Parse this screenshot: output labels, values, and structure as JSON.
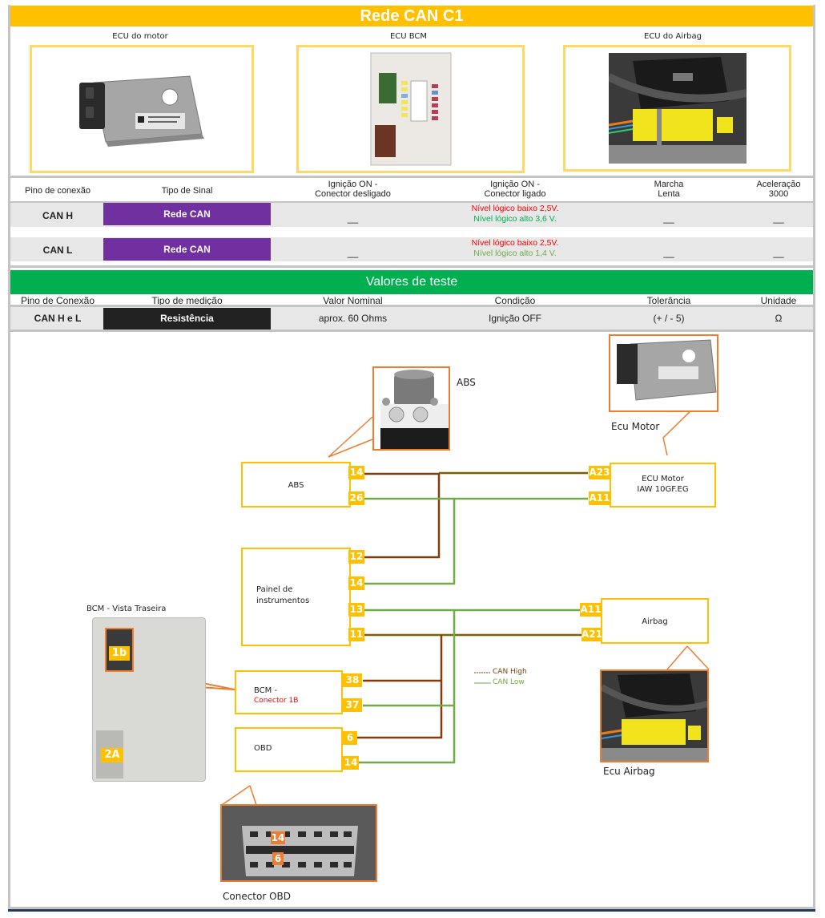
{
  "title": "Rede CAN C1",
  "ecus": [
    {
      "label": "ECU do motor",
      "image": "ecu-motor-photo"
    },
    {
      "label": "ECU BCM",
      "image": "bcm-photo"
    },
    {
      "label": "ECU do Airbag",
      "image": "airbag-photo"
    }
  ],
  "signal_table": {
    "headers": [
      "Pino de conexão",
      "Tipo de Sinal",
      "Ignição ON -\nConector desligado",
      "Ignição ON -\nConector ligado",
      "Marcha\nLenta",
      "Aceleração\n3000"
    ],
    "header_lines": [
      [
        "Pino de conexão"
      ],
      [
        "Tipo de Sinal"
      ],
      [
        "Ignição ON -",
        "Conector desligado"
      ],
      [
        "Ignição ON -",
        "Conector ligado"
      ],
      [
        "Marcha",
        "Lenta"
      ],
      [
        "Aceleração",
        "3000"
      ]
    ],
    "rows": [
      {
        "pin": "CAN H",
        "type": "Rede CAN",
        "off": "__",
        "on_low": "Nível lógico baixo 2,5V.",
        "on_high": "Nível lógico alto 3,6 V.",
        "idle": "__",
        "accel": "__"
      },
      {
        "pin": "CAN L",
        "type": "Rede CAN",
        "off": "__",
        "on_low": "Nível lógico baixo 2,5V.",
        "on_high": "Nível lógico alto 1,4 V.",
        "idle": "__",
        "accel": "__"
      }
    ]
  },
  "test_values": {
    "title": "Valores de teste",
    "headers": [
      "Pino de Conexão",
      "Tipo de medição",
      "Valor Nominal",
      "Condição",
      "Tolerância",
      "Unidade"
    ],
    "row": {
      "pin": "CAN H e L",
      "type": "Resistência",
      "nominal": "aprox. 60 Ohms",
      "condition": "Ignição OFF",
      "tolerance": "(+ / - 5)",
      "unit": "Ω"
    }
  },
  "diagram": {
    "abs": {
      "box_label": "ABS",
      "photo_label": "ABS",
      "pins": [
        "14",
        "26"
      ]
    },
    "ecu_motor": {
      "box_label_1": "ECU Motor",
      "box_label_2": "IAW 10GF.EG",
      "photo_label": "Ecu Motor",
      "pins": [
        "A23",
        "A11"
      ]
    },
    "painel": {
      "label_1": "Painel de",
      "label_2": "instrumentos",
      "pins": [
        "12",
        "14",
        "13",
        "11"
      ]
    },
    "airbag": {
      "box_label": "Airbag",
      "photo_label": "Ecu Airbag",
      "pins": [
        "A11",
        "A21"
      ]
    },
    "bcm": {
      "label_1": "BCM  -",
      "label_2": "Conector 1B",
      "photo_label": "BCM - Vista Traseira",
      "pins": [
        "38",
        "37"
      ],
      "connector_tags": [
        "1b",
        "2A"
      ]
    },
    "obd": {
      "box_label": "OBD",
      "photo_label": "Conector OBD",
      "pins": [
        "6",
        "14"
      ],
      "photo_tags": [
        "14",
        "6"
      ]
    },
    "legend": {
      "high": "CAN High",
      "low": "CAN Low"
    },
    "colors": {
      "can_high": "#8b4513",
      "can_high_alt": "#7f6000",
      "can_low": "#70ad47",
      "box_border": "#ffc000",
      "callout": "#ed7d31"
    }
  }
}
